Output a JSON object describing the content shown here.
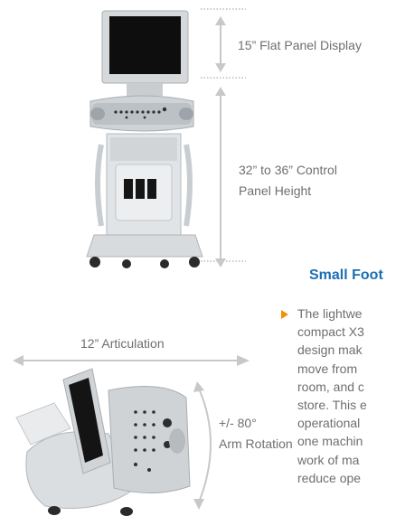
{
  "labels": {
    "display": "15” Flat Panel Display",
    "height_line1": "32” to 36” Control",
    "height_line2": "Panel Height",
    "articulation": "12” Articulation",
    "rotation_line1": "+/- 80°",
    "rotation_line2": "Arm Rotation"
  },
  "section": {
    "heading": "Small Foot",
    "bullet_lines": [
      "The lightwe",
      "compact X3",
      "design mak",
      "move from",
      "room, and c",
      "store. This e",
      "operational",
      "one machin",
      "work of ma",
      "reduce ope"
    ]
  },
  "colors": {
    "accent": "#1c6fb3",
    "bullet": "#f29100",
    "text": "#6f6f6f",
    "machine_light": "#dfe2e4",
    "machine_mid": "#c9cdd0",
    "machine_dark": "#a9aeb2"
  }
}
